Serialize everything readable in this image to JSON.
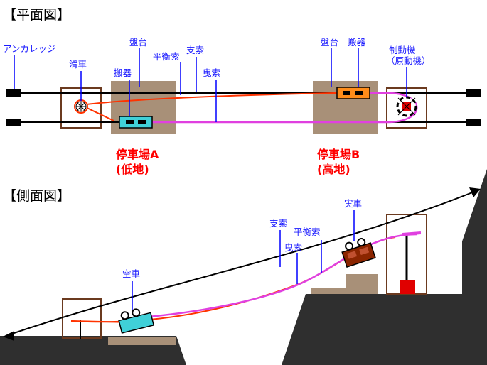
{
  "plan_view": {
    "title": "【平面図】",
    "labels": {
      "anchorage": "アンカレッジ",
      "pulley": "滑車",
      "platform_a": "盤台",
      "counterweight_rope": "平衡索",
      "support_rope": "支索",
      "carrier_a": "搬器",
      "haul_rope": "曳索",
      "platform_b": "盤台",
      "carrier_b": "搬器",
      "brake": "制動機",
      "motor": "（原動機）"
    },
    "stations": {
      "a_name": "停車場A",
      "a_note": "(低地)",
      "b_name": "停車場B",
      "b_note": "(高地)"
    }
  },
  "side_view": {
    "title": "【側面図】",
    "labels": {
      "empty_car": "空車",
      "support_rope": "支索",
      "counterweight_rope": "平衡索",
      "haul_rope": "曳索",
      "loaded_car": "実車"
    }
  },
  "colors": {
    "ground": "#2f2f2f",
    "platform": "#a89078",
    "frame": "#6b3a1f",
    "haul_rope": "#e040e0",
    "counterweight_rope": "#ff3300",
    "leader": "#0000ff",
    "empty_car": "#40d0d8",
    "carrier_b": "#ff8c1a",
    "loaded_car": "#8b2500",
    "brake": "#e00000",
    "station_text": "#ff0000"
  }
}
